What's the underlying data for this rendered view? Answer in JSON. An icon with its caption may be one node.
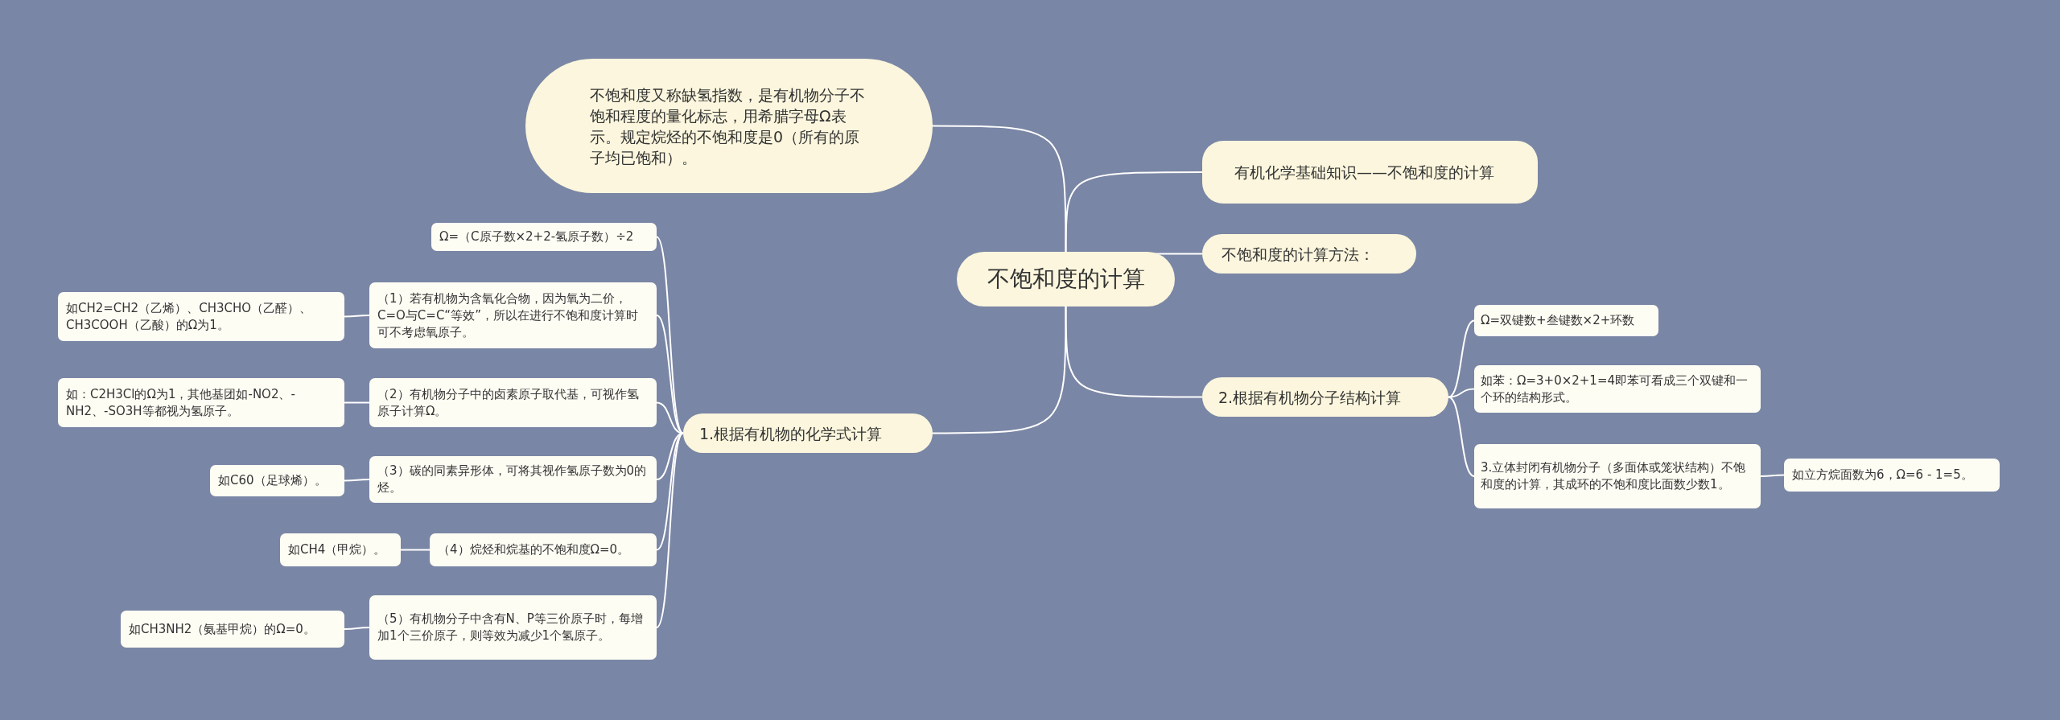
{
  "diagram": {
    "nodes": [
      {
        "text": [
          "不饱和度的计算"
        ]
      },
      {
        "text": [
          "不饱和度又称缺氢指数，是有机物分子不饱和程度的量化标志，用希腊字母Ω表示。规定烷烃的不饱和度是0（所有的原子均已饱和）。"
        ]
      },
      {
        "text": [
          "有机化学基础知识——不饱和度的计算"
        ]
      },
      {
        "text": [
          "不饱和度的计算方法："
        ]
      },
      {
        "text": [
          "1.根据有机物的化学式计算"
        ]
      },
      {
        "text": [
          "2.根据有机物分子结构计算"
        ]
      },
      {
        "text": [
          "Ω=（C原子数×2+2-氢原子数）÷2"
        ]
      },
      {
        "text": [
          "（1）若有机物为含氧化合物，因为氧为二价，C=O与C=C“等效”，所以在进行不饱和度计算时可不考虑氧原子。"
        ]
      },
      {
        "text": [
          "如CH2=CH2（乙烯）、CH3CHO（乙醛）、CH3COOH（乙酸）的Ω为1。"
        ]
      },
      {
        "text": [
          "（2）有机物分子中的卤素原子取代基，可视作氢原子计算Ω。"
        ]
      },
      {
        "text": [
          "如：C2H3Cl的Ω为1，其他基团如-NO2、-NH2、-SO3H等都视为氢原子。"
        ]
      },
      {
        "text": [
          "（3）碳的同素异形体，可将其视作氢原子数为0的烃。"
        ]
      },
      {
        "text": [
          "如C60（足球烯）。"
        ]
      },
      {
        "text": [
          "（4）烷烃和烷基的不饱和度Ω=0。"
        ]
      },
      {
        "text": [
          "如CH4（甲烷）。"
        ]
      },
      {
        "text": [
          "（5）有机物分子中含有N、P等三价原子时，每增加1个三价原子，则等效为减少1个氢原子。"
        ]
      },
      {
        "text": [
          "如CH3NH2（氨基甲烷）的Ω=0。"
        ]
      },
      {
        "text": [
          "Ω=双键数+叁键数×2+环数"
        ]
      },
      {
        "text": [
          "如苯：Ω=3+0×2+1=4即苯可看成三个双键和一个环的结构形式。"
        ]
      },
      {
        "text": [
          "3.立体封闭有机物分子（多面体或笼状结构）不饱和度的计算，其成环的不饱和度比面数少数1。"
        ]
      },
      {
        "text": [
          "如立方烷面数为6，Ω=6 - 1=5。"
        ]
      }
    ],
    "edges": [
      {
        "from": 0,
        "to": 1,
        "arrow": "none"
      },
      {
        "from": 0,
        "to": 2,
        "arrow": "none"
      },
      {
        "from": 0,
        "to": 3,
        "arrow": "none"
      },
      {
        "from": 0,
        "to": 4,
        "arrow": "none"
      },
      {
        "from": 0,
        "to": 5,
        "arrow": "none"
      },
      {
        "from": 4,
        "to": 6,
        "arrow": "none"
      },
      {
        "from": 4,
        "to": 7,
        "arrow": "none"
      },
      {
        "from": 4,
        "to": 9,
        "arrow": "none"
      },
      {
        "from": 4,
        "to": 11,
        "arrow": "none"
      },
      {
        "from": 4,
        "to": 13,
        "arrow": "none"
      },
      {
        "from": 4,
        "to": 15,
        "arrow": "none"
      },
      {
        "from": 7,
        "to": 8,
        "arrow": "none"
      },
      {
        "from": 9,
        "to": 10,
        "arrow": "none"
      },
      {
        "from": 11,
        "to": 12,
        "arrow": "none"
      },
      {
        "from": 13,
        "to": 14,
        "arrow": "none"
      },
      {
        "from": 15,
        "to": 16,
        "arrow": "none"
      },
      {
        "from": 5,
        "to": 17,
        "arrow": "none"
      },
      {
        "from": 5,
        "to": 18,
        "arrow": "none"
      },
      {
        "from": 5,
        "to": 19,
        "arrow": "none"
      },
      {
        "from": 19,
        "to": 20,
        "arrow": "none"
      }
    ]
  }
}
